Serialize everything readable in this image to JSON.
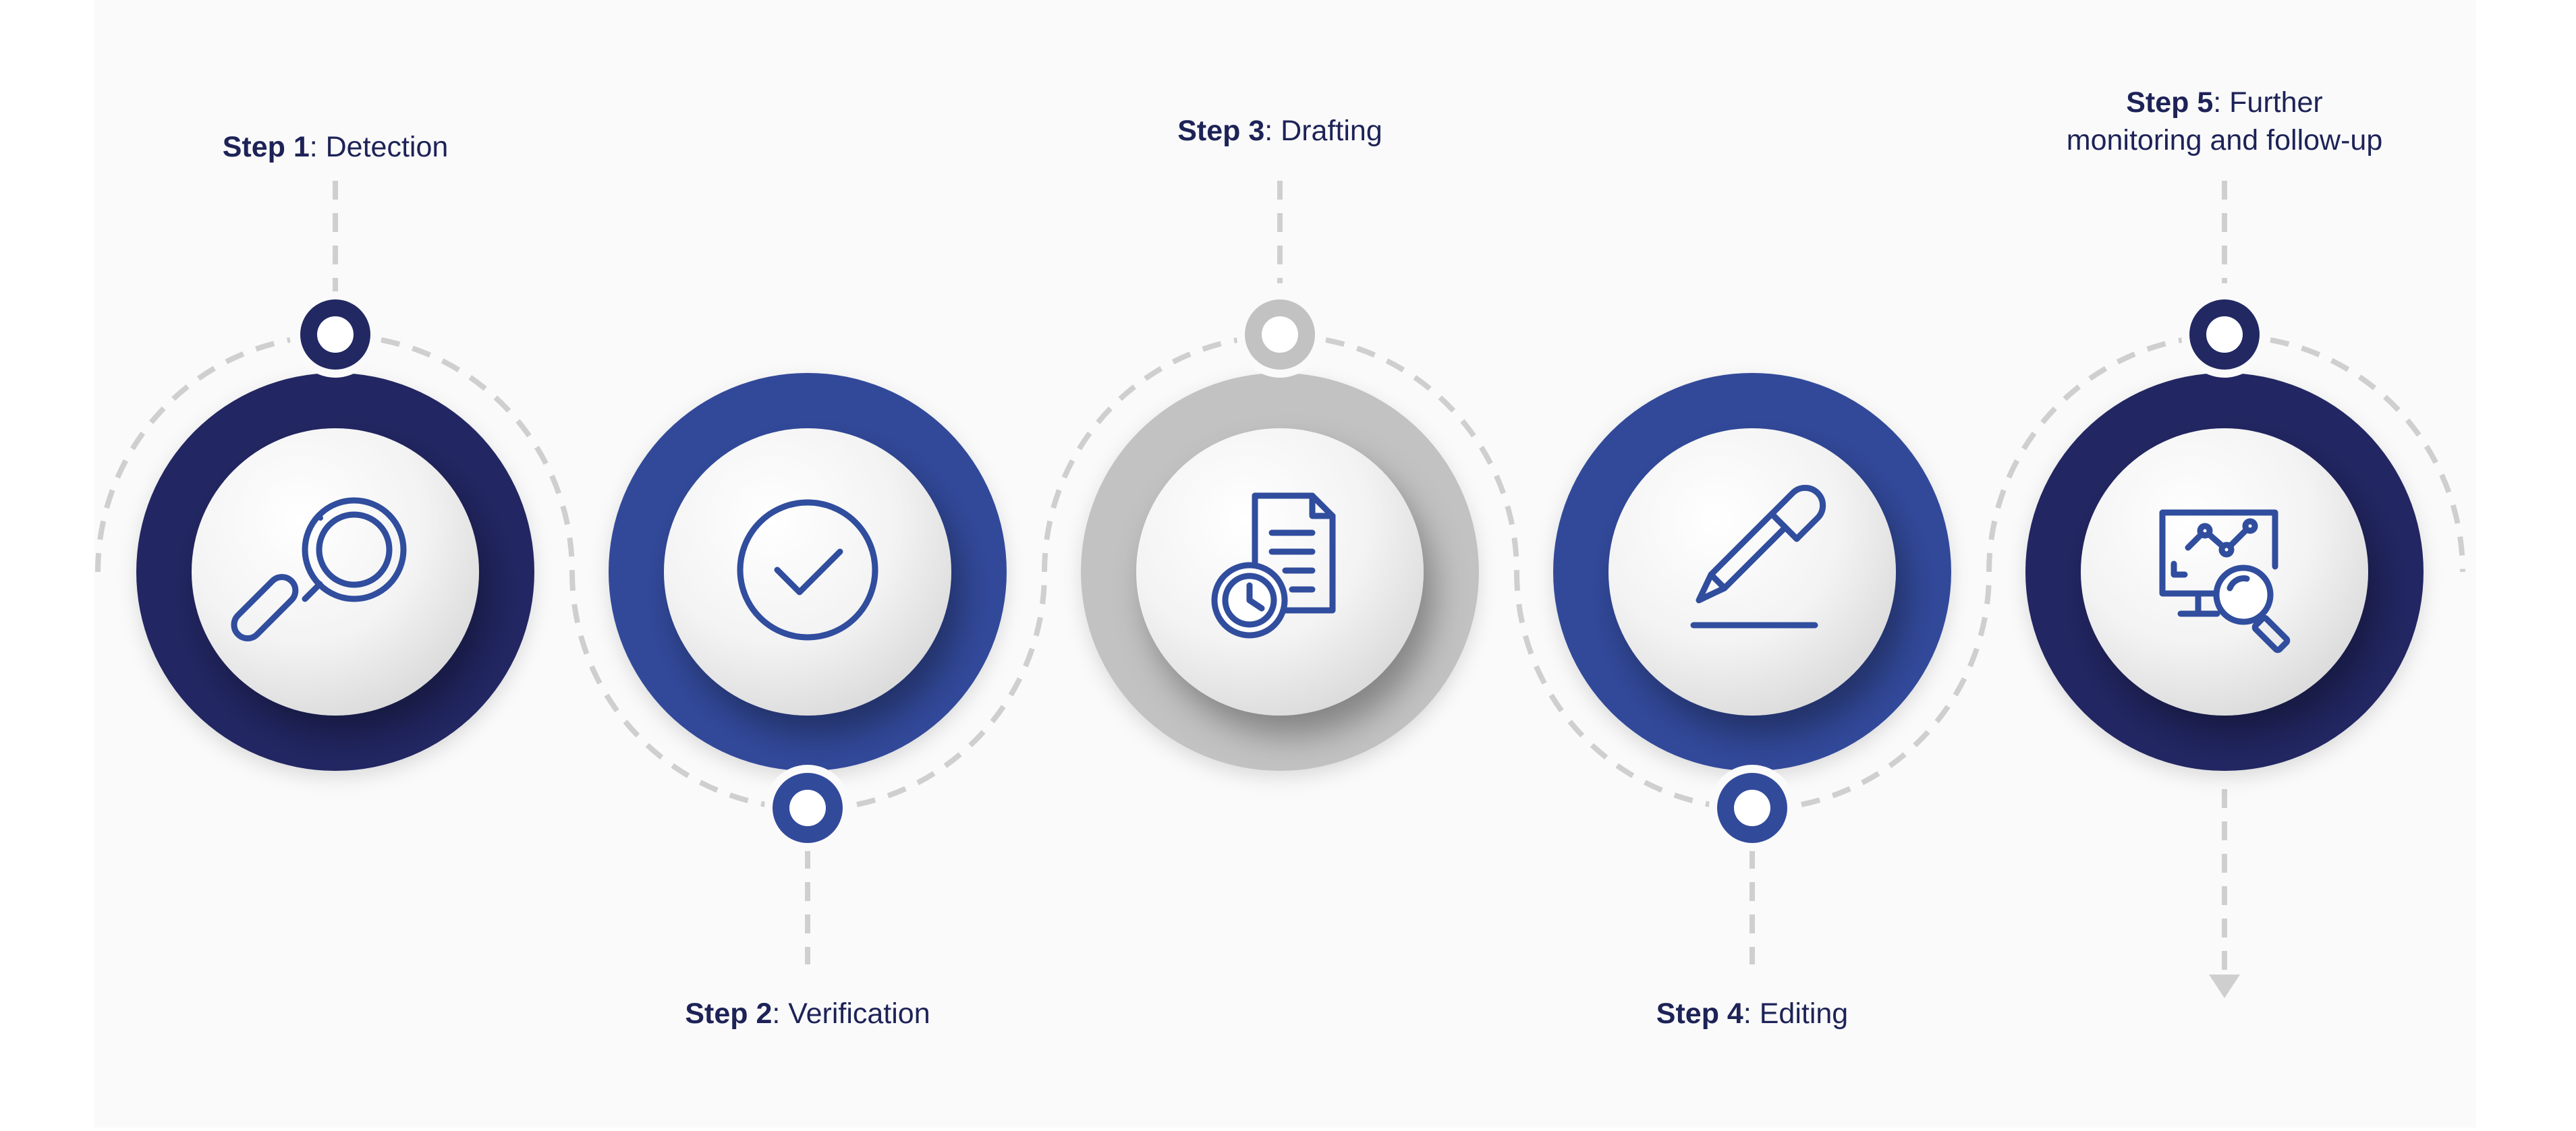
{
  "diagram": {
    "colors": {
      "navy": "#222862",
      "blue": "#324a9a",
      "grey": "#c5c5c5",
      "dash": "#cfcfcf",
      "icon": "#304d9e",
      "text": "#1d2357"
    },
    "steps": [
      {
        "number": "Step 1",
        "name": ": Detection",
        "icon": "magnifier-icon",
        "ring_color": "navy"
      },
      {
        "number": "Step 2",
        "name": ": Verification",
        "icon": "check-circle-icon",
        "ring_color": "blue"
      },
      {
        "number": "Step 3",
        "name": ": Drafting",
        "icon": "document-clock-icon",
        "ring_color": "grey"
      },
      {
        "number": "Step 4",
        "name": ": Editing",
        "icon": "pencil-icon",
        "ring_color": "blue"
      },
      {
        "number": "Step 5",
        "name": ": Further",
        "name_line2": "monitoring and follow-up",
        "icon": "monitor-analytics-icon",
        "ring_color": "navy"
      }
    ]
  }
}
